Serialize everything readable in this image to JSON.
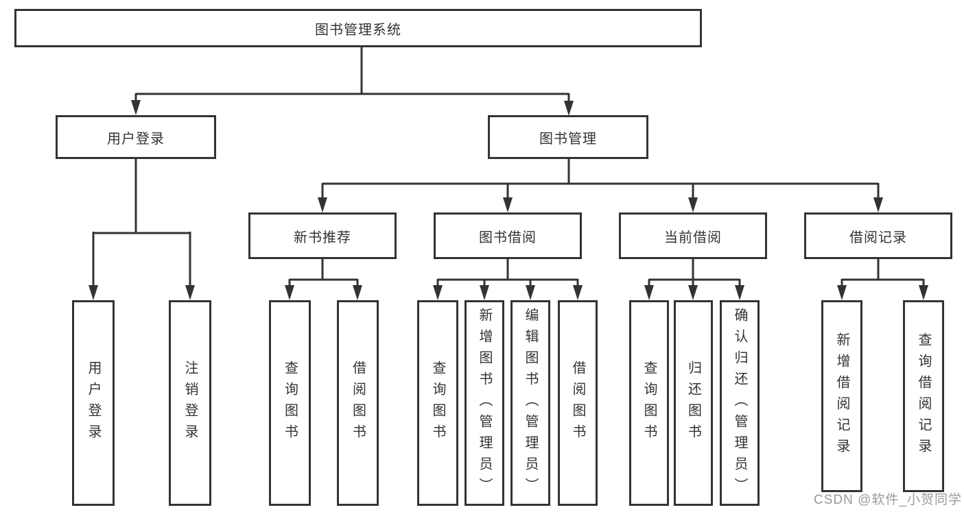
{
  "colors": {
    "line": "#333333",
    "text": "#333333",
    "box_background": "#ffffff",
    "page_background": "#ffffff",
    "watermark": "#9a9a9a"
  },
  "tree": {
    "root": {
      "label": "图书管理系统"
    },
    "user_login": {
      "label": "用户登录",
      "children": {
        "login": {
          "label": "用户登录"
        },
        "logout": {
          "label": "注销登录"
        }
      }
    },
    "book_mgmt": {
      "label": "图书管理",
      "children": {
        "new_book": {
          "label": "新书推荐",
          "children": {
            "query": {
              "label": "查询图书"
            },
            "borrow": {
              "label": "借阅图书"
            }
          }
        },
        "borrow": {
          "label": "图书借阅",
          "children": {
            "query": {
              "label": "查询图书"
            },
            "add": {
              "label": "新增图书（管理员）"
            },
            "edit": {
              "label": "编辑图书（管理员）"
            },
            "borrow_book": {
              "label": "借阅图书"
            }
          }
        },
        "current": {
          "label": "当前借阅",
          "children": {
            "query": {
              "label": "查询图书"
            },
            "return_book": {
              "label": "归还图书"
            },
            "confirm": {
              "label": "确认归还（管理员）"
            }
          }
        },
        "record": {
          "label": "借阅记录",
          "children": {
            "add": {
              "label": "新增借阅记录"
            },
            "query": {
              "label": "查询借阅记录"
            }
          }
        }
      }
    }
  },
  "watermark": {
    "text": "CSDN @软件_小贺同学"
  }
}
